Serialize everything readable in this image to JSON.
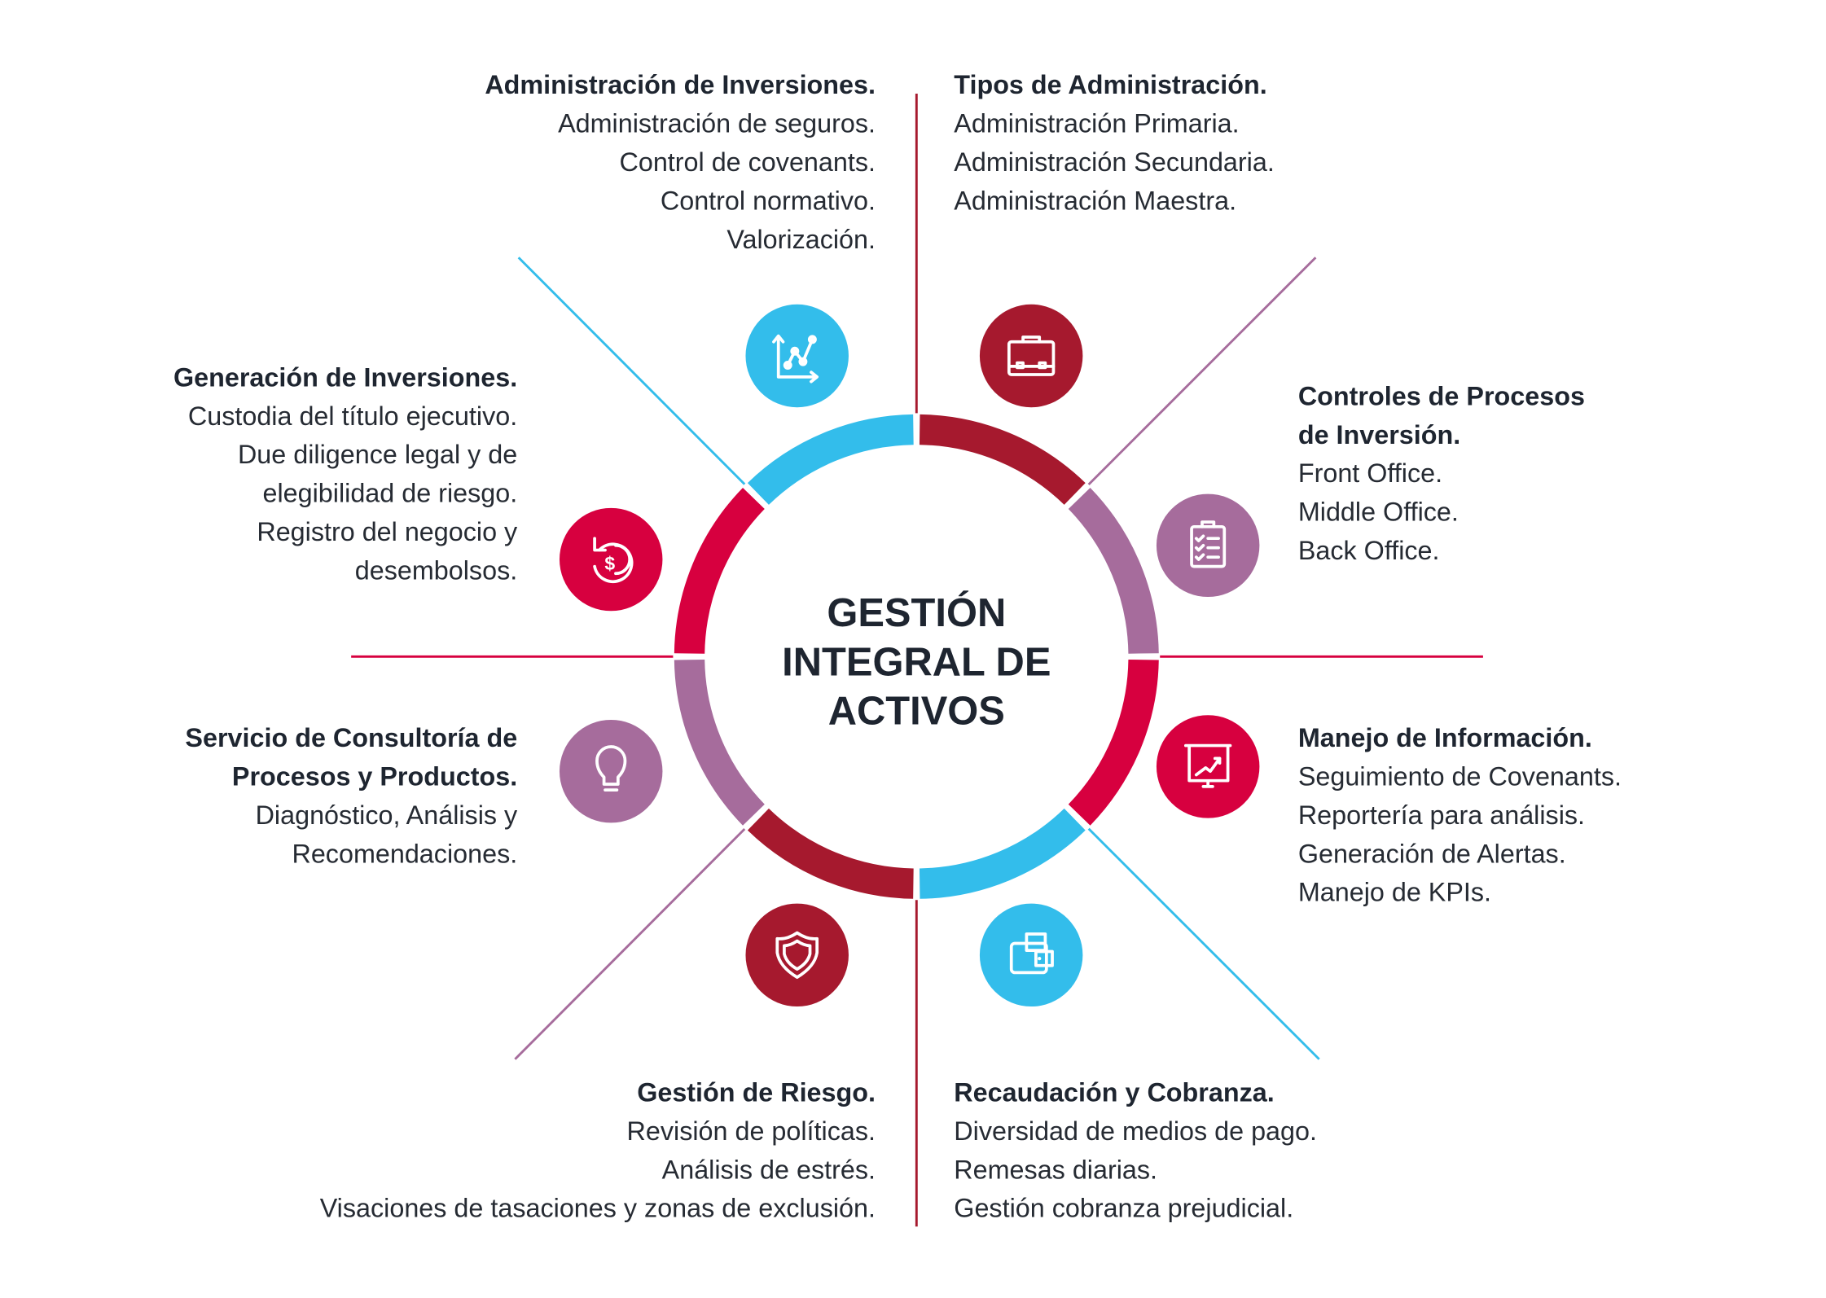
{
  "center": {
    "lines": [
      "GESTIÓN",
      "INTEGRAL DE",
      "ACTIVOS"
    ]
  },
  "colors": {
    "dark_red": "#A6192E",
    "crimson": "#D7003F",
    "purple": "#A66C9C",
    "cyan": "#33BDEB",
    "text": "#1E2530"
  },
  "sections": [
    {
      "title": [
        "Administración de Inversiones."
      ],
      "items": [
        "Administración de seguros.",
        "Control de covenants.",
        "Control normativo.",
        "Valorización."
      ],
      "icon": "chart-line-icon"
    },
    {
      "title": [
        "Tipos de Administración."
      ],
      "items": [
        "Administración Primaria.",
        "Administración Secundaria.",
        "Administración Maestra."
      ],
      "icon": "briefcase-icon"
    },
    {
      "title": [
        "Controles de Procesos",
        "de Inversión."
      ],
      "items": [
        "Front Office.",
        "Middle Office.",
        "Back Office."
      ],
      "icon": "clipboard-checklist-icon"
    },
    {
      "title": [
        "Manejo de Información."
      ],
      "items": [
        "Seguimiento de Covenants.",
        "Reportería para análisis.",
        "Generación de Alertas.",
        "Manejo de KPIs."
      ],
      "icon": "presentation-chart-icon"
    },
    {
      "title": [
        "Recaudación y Cobranza."
      ],
      "items": [
        "Diversidad de medios de pago.",
        "Remesas diarias.",
        "Gestión cobranza prejudicial."
      ],
      "icon": "wallet-icon"
    },
    {
      "title": [
        "Gestión de Riesgo."
      ],
      "items": [
        "Revisión de políticas.",
        "Análisis de estrés.",
        "Visaciones de tasaciones y zonas de exclusión."
      ],
      "icon": "shield-icon"
    },
    {
      "title": [
        "Servicio de Consultoría de",
        "Procesos y Productos."
      ],
      "items": [
        "Diagnóstico, Análisis y",
        "Recomendaciones."
      ],
      "icon": "lightbulb-icon"
    },
    {
      "title": [
        "Generación de Inversiones."
      ],
      "items": [
        "Custodia del título ejecutivo.",
        "Due diligence legal y de",
        "elegibilidad de riesgo.",
        "Registro del negocio y",
        "desembolsos."
      ],
      "icon": "dollar-refresh-icon"
    }
  ]
}
